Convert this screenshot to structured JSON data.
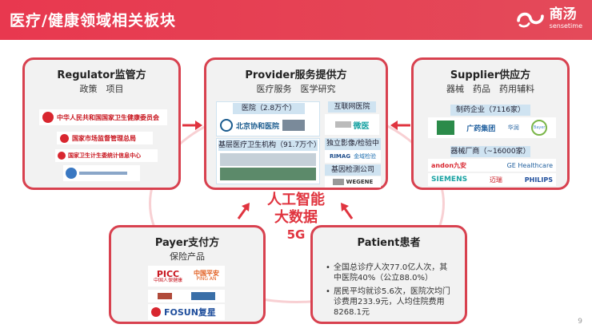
{
  "header": {
    "title": "医疗/健康领域相关板块"
  },
  "brand": {
    "cn": "商汤",
    "en": "sensetime"
  },
  "regulator": {
    "title": "Regulator监管方",
    "subtitle": "政策　项目",
    "logos": [
      "中华人民共和国国家卫生健康委员会",
      "国家市场监督管理总局",
      "国家卫生计生委统计信息中心"
    ]
  },
  "provider": {
    "title": "Provider服务提供方",
    "subtitle": "医疗服务　医学研究",
    "hospitals_tag": "医院（2.8万个）",
    "hospital_logo": "北京协和医院",
    "primary_tag": "基层医疗卫生机构（91.7万个）",
    "internet_tag": "互联网医院",
    "internet_logo": "微医",
    "imaging_tag": "独立影像/检验中心",
    "imaging_logos": [
      "RIMAG",
      "金域检验"
    ],
    "gene_tag": "基因检测公司",
    "gene_logo": "WEGENE"
  },
  "supplier": {
    "title": "Supplier供应方",
    "subtitle": "器械　药品　药用辅料",
    "pharma_tag": "制药企业（7116家）",
    "pharma_logos": [
      "广药集团",
      "华润",
      "Bayer"
    ],
    "device_tag": "器械厂商（~16000家）",
    "device_logos": [
      "andon九安",
      "GE Healthcare",
      "SIEMENS",
      "迈瑞",
      "PHILIPS"
    ]
  },
  "payer": {
    "title": "Payer支付方",
    "subtitle": "保险产品",
    "logos": [
      "PICC",
      "中国人保健康",
      "中国平安",
      "PING AN",
      "FOSUN复星"
    ]
  },
  "patient": {
    "title": "Patient患者",
    "items": [
      "全国总诊疗人次77.0亿人次，其中医院40%（公立88.0%）",
      "居民平均就诊5.6次，医院次均门诊费用233.9元，人均住院费用8268.1元"
    ]
  },
  "center": {
    "line1": "人工智能",
    "line2": "大数据",
    "line3": "5G"
  },
  "page_number": "9",
  "colors": {
    "accent": "#e0343f",
    "border": "#d8414f"
  }
}
